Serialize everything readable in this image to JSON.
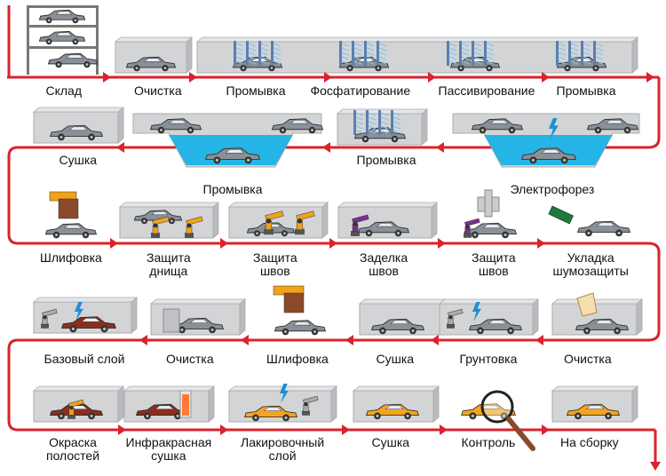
{
  "colors": {
    "arrow": "#d9232d",
    "box": "#d3d4d6",
    "box_edge": "#a9abae",
    "car_gray": "#8a9098",
    "car_brown": "#8b2e1e",
    "car_orange": "#f4a422",
    "bath": "#24b4e6",
    "lightning": "#1b8fd6",
    "robot": "#f2a21a",
    "purple": "#7a2f8e"
  },
  "rows": [
    {
      "direction": "right",
      "steps": [
        {
          "id": "sklad",
          "label": "Склад",
          "car": "gray"
        },
        {
          "id": "ochistka-1",
          "label": "Очистка",
          "car": "gray"
        },
        {
          "id": "promyvka-1",
          "label": "Промывка",
          "car": "gray"
        },
        {
          "id": "fosfatirovanie",
          "label": "Фосфатирование",
          "car": "gray"
        },
        {
          "id": "passivirovanie",
          "label": "Пассивирование",
          "car": "gray"
        },
        {
          "id": "promyvka-2",
          "label": "Промывка",
          "car": "gray"
        }
      ]
    },
    {
      "direction": "left",
      "steps": [
        {
          "id": "elektroforez",
          "label": "Электрофорез",
          "car": "gray"
        },
        {
          "id": "promyvka-3",
          "label": "Промывка",
          "car": "gray"
        },
        {
          "id": "promyvka-4",
          "label": "Промывка",
          "car": "gray"
        },
        {
          "id": "sushka-1",
          "label": "Сушка",
          "car": "gray"
        }
      ]
    },
    {
      "direction": "right",
      "steps": [
        {
          "id": "shlifovka-1",
          "label": "Шлифовка",
          "car": "gray"
        },
        {
          "id": "zashchita-dnishcha",
          "label": "Защита\nднища",
          "car": "gray"
        },
        {
          "id": "zashchita-shvov-1",
          "label": "Защита\nшвов",
          "car": "gray"
        },
        {
          "id": "zadelka-shvov",
          "label": "Заделка\nшвов",
          "car": "gray"
        },
        {
          "id": "zashchita-shvov-2",
          "label": "Защита\nшвов",
          "car": "gray"
        },
        {
          "id": "ukladka-shumozashchity",
          "label": "Укладка\nшумозащиты",
          "car": "gray"
        }
      ]
    },
    {
      "direction": "left",
      "steps": [
        {
          "id": "ochistka-2",
          "label": "Очистка",
          "car": "gray"
        },
        {
          "id": "gruntovka",
          "label": "Грунтовка",
          "car": "gray"
        },
        {
          "id": "sushka-2",
          "label": "Сушка",
          "car": "gray"
        },
        {
          "id": "shlifovka-2",
          "label": "Шлифовка",
          "car": "gray"
        },
        {
          "id": "ochistka-3",
          "label": "Очистка",
          "car": "gray"
        },
        {
          "id": "bazovyi-sloi",
          "label": "Базовый слой",
          "car": "brown"
        }
      ]
    },
    {
      "direction": "right",
      "steps": [
        {
          "id": "okraska-polostei",
          "label": "Окраска\nполостей",
          "car": "brown"
        },
        {
          "id": "infrakrasnaya-sushka",
          "label": "Инфракрасная\nсушка",
          "car": "brown"
        },
        {
          "id": "lakirovochnyi-sloi",
          "label": "Лакировочный\nслой",
          "car": "orange"
        },
        {
          "id": "sushka-3",
          "label": "Сушка",
          "car": "orange"
        },
        {
          "id": "kontrol",
          "label": "Контроль",
          "car": "orange"
        },
        {
          "id": "na-sborku",
          "label": "На сборку",
          "car": "orange"
        }
      ]
    }
  ]
}
